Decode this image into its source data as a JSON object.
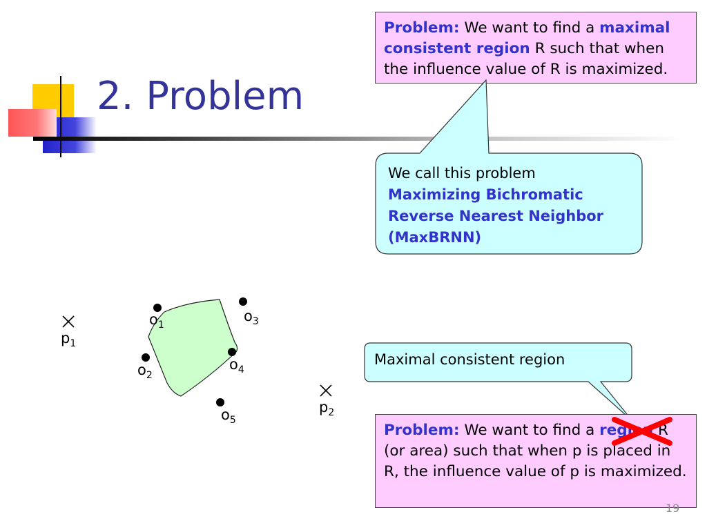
{
  "slide": {
    "title": "2. Problem",
    "page_number": "19"
  },
  "top_box": {
    "problem_label": "Problem:",
    "text1": " We want to find a ",
    "kw1": "maximal consistent region",
    "text2": " R such that when the influence value of R is maximized."
  },
  "callout_maxbrnn": {
    "line1": "We call this problem",
    "bold_text": "Maximizing Bichromatic Reverse Nearest Neighbor (MaxBRNN)"
  },
  "callout_region": {
    "text": "Maximal consistent region"
  },
  "bottom_box": {
    "problem_label": "Problem:",
    "text1": " We want to find a ",
    "crossed_word": "region",
    "text2": " R (or area) such that when p is placed in R, the influence value of p is maximized."
  },
  "diagram": {
    "labels": {
      "p1": "p",
      "p1_sub": "1",
      "p2": "p",
      "p2_sub": "2",
      "o1": "o",
      "o1_sub": "1",
      "o2": "o",
      "o2_sub": "2",
      "o3": "o",
      "o3_sub": "3",
      "o4": "o",
      "o4_sub": "4",
      "o5": "o",
      "o5_sub": "5"
    }
  },
  "colors": {
    "title": "#333399",
    "keyword": "#3333cc",
    "problem_box_bg": "#ffccff",
    "callout_bg": "#ccffff",
    "region_fill": "#ccffcc",
    "cross_mark": "#ff0000"
  }
}
